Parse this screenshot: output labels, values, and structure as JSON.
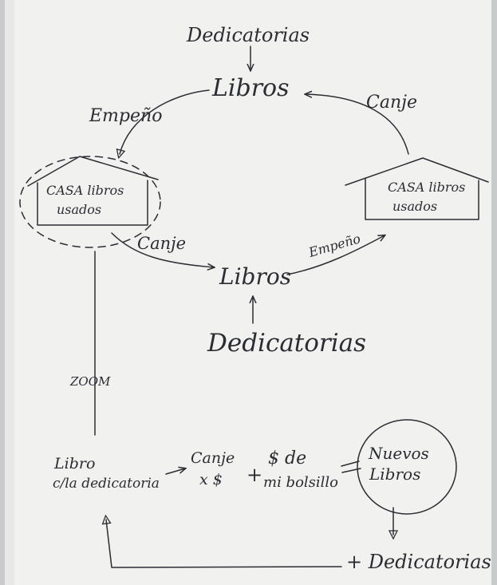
{
  "diagram": {
    "top_dedications": "Dedicatorias",
    "top_books": "Libros",
    "left_arrow_label": "Empeño",
    "right_arrow_label": "Canje",
    "left_house": {
      "line1": "CASA libros",
      "line2": "usados"
    },
    "right_house": {
      "line1": "CASA libros",
      "line2": "usados"
    },
    "middle_left_label": "Canje",
    "middle_books": "Libros",
    "middle_right_label": "Empeño",
    "bottom_dedications": "Dedicatorias",
    "zoom_label": "ZOOM",
    "equation": {
      "book_line1": "Libro",
      "book_line2": "c/la dedicatoria",
      "exchange_line1": "Canje",
      "exchange_line2": "x $",
      "plus": "+",
      "pocket_line1": "$ de",
      "pocket_line2": "mi bolsillo",
      "equals": "=",
      "result_line1": "Nuevos",
      "result_line2": "Libros"
    },
    "footer_dedications": "+ Dedicatorias"
  }
}
